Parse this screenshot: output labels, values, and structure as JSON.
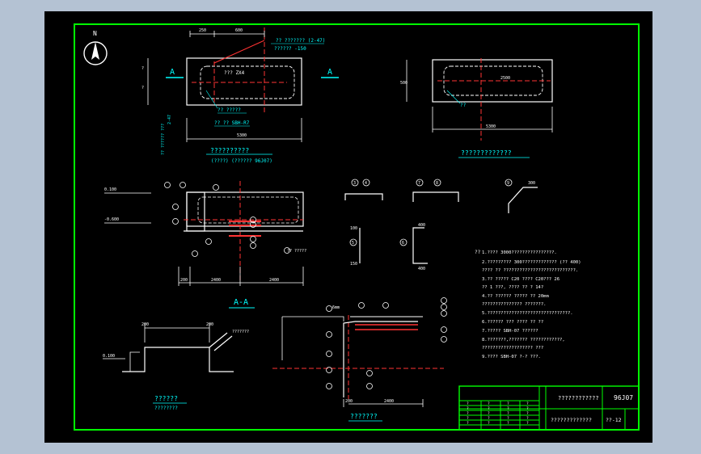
{
  "drawing": {
    "north_symbol": "N",
    "plan": {
      "title": "??????????",
      "subtitle": "(????) (??????  96J07)",
      "dims_top": [
        "250",
        "600"
      ],
      "dim_left": [
        "?",
        "?"
      ],
      "dim_bottom": "5300",
      "section_mark_left": "A",
      "section_mark_right": "A",
      "note_top_1": "?? ??????? (2-47)",
      "note_top_2": "?????? -150",
      "note_mid": "??? ZX4",
      "callout_1": "?? ?????",
      "callout_2": "?? ?? SBH-R7",
      "side_note_1": "2-47",
      "side_note_2": "?? ?????? ???"
    },
    "plan2": {
      "title": "?????????????",
      "dim_bottom": "5300",
      "dim_side": "500",
      "center_label": "2500",
      "callout": "??"
    },
    "section": {
      "title": "A-A",
      "levels": [
        "0.100",
        "-0.600"
      ],
      "dims_bottom": [
        "200",
        "2400",
        "2400"
      ],
      "note": "?? ?????"
    },
    "bar_details": {
      "shape1_marks": [
        "3",
        "4"
      ],
      "shape2_marks": [
        "7",
        "8"
      ],
      "shape3_mark": "9",
      "shape3_dim": "300",
      "shape4_dims": [
        "100",
        "150"
      ],
      "shape5_dims": [
        "400",
        "400"
      ],
      "mark_left": "5",
      "mark_right": "6"
    },
    "detail1": {
      "title": "??????",
      "subtitle": "????????",
      "dims": [
        "200",
        "200"
      ],
      "levels": [
        "0.100"
      ],
      "note": "???????"
    },
    "detail2": {
      "title": "???????",
      "dims": [
        "200",
        "2400"
      ],
      "label_top": "6mm"
    },
    "notes": {
      "heading": "??",
      "lines": [
        "1.???? 3000????????????????.",
        "2.?????????   300?????????????     (?? 400)",
        "   ???? ?? ???????????????????????????.",
        "3.?? ?????  C20 ???? C20???   26",
        "   ?? 1 ???,  ????  ?? ?  14?",
        "4.??   ??????  ????? ??     20mm",
        "   ??????????????? ???????.",
        "5.???????????????????????????????.",
        "6.??????  ??? ????  ?? ??",
        "7.?????  SBH-07  ??????",
        "8.???????,???????  ????????????,",
        "   ???????????????????    ???",
        "9.????  SBH-07  ?-? ???."
      ]
    },
    "title_block": {
      "drawing_name": "????????????",
      "project_name": "?????????????",
      "standard": "96J07",
      "sheet": "??-12",
      "rows": [
        [
          "?",
          "?",
          "?",
          "?"
        ],
        [
          "?",
          "?",
          "?",
          "?"
        ],
        [
          "?",
          "?",
          "?",
          "?"
        ],
        [
          "?",
          "?",
          "?",
          "?"
        ],
        [
          "?",
          "?",
          "?",
          "?"
        ]
      ]
    }
  }
}
